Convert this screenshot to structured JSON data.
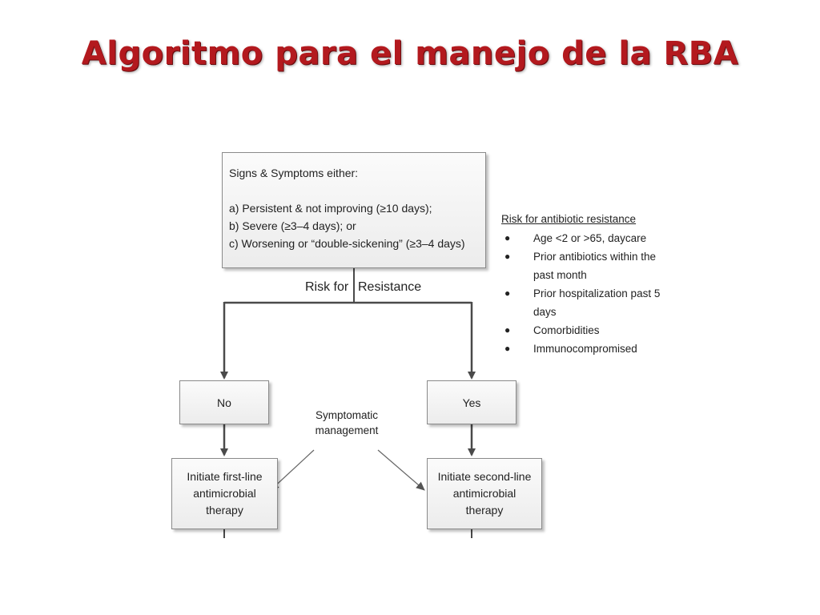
{
  "title": "Algoritmo para el manejo de la RBA",
  "criteria": {
    "lead": "Signs & Symptoms either:",
    "items": [
      "a)  Persistent & not improving (≥10 days);",
      "b)  Severe (≥3–4 days); or",
      "c)  Worsening or “double-sickening” (≥3–4 days)"
    ]
  },
  "decision": {
    "left_label": "Risk for",
    "right_label": "Resistance"
  },
  "branches": {
    "no": "No",
    "yes": "Yes"
  },
  "symptomatic": {
    "line1": "Symptomatic",
    "line2": "management"
  },
  "therapy": {
    "first_line": [
      "Initiate first-line",
      "antimicrobial",
      "therapy"
    ],
    "second_line": [
      "Initiate second-line",
      "antimicrobial",
      "therapy"
    ]
  },
  "risk_factors": {
    "heading": "Risk for antibiotic resistance",
    "items": [
      "Age <2 or >65, daycare",
      "Prior antibiotics within the past month",
      "Prior hospitalization past 5 days",
      "Comorbidities",
      "Immunocompromised"
    ]
  },
  "colors": {
    "title": "#b3191e",
    "line": "#4a4a4a"
  }
}
